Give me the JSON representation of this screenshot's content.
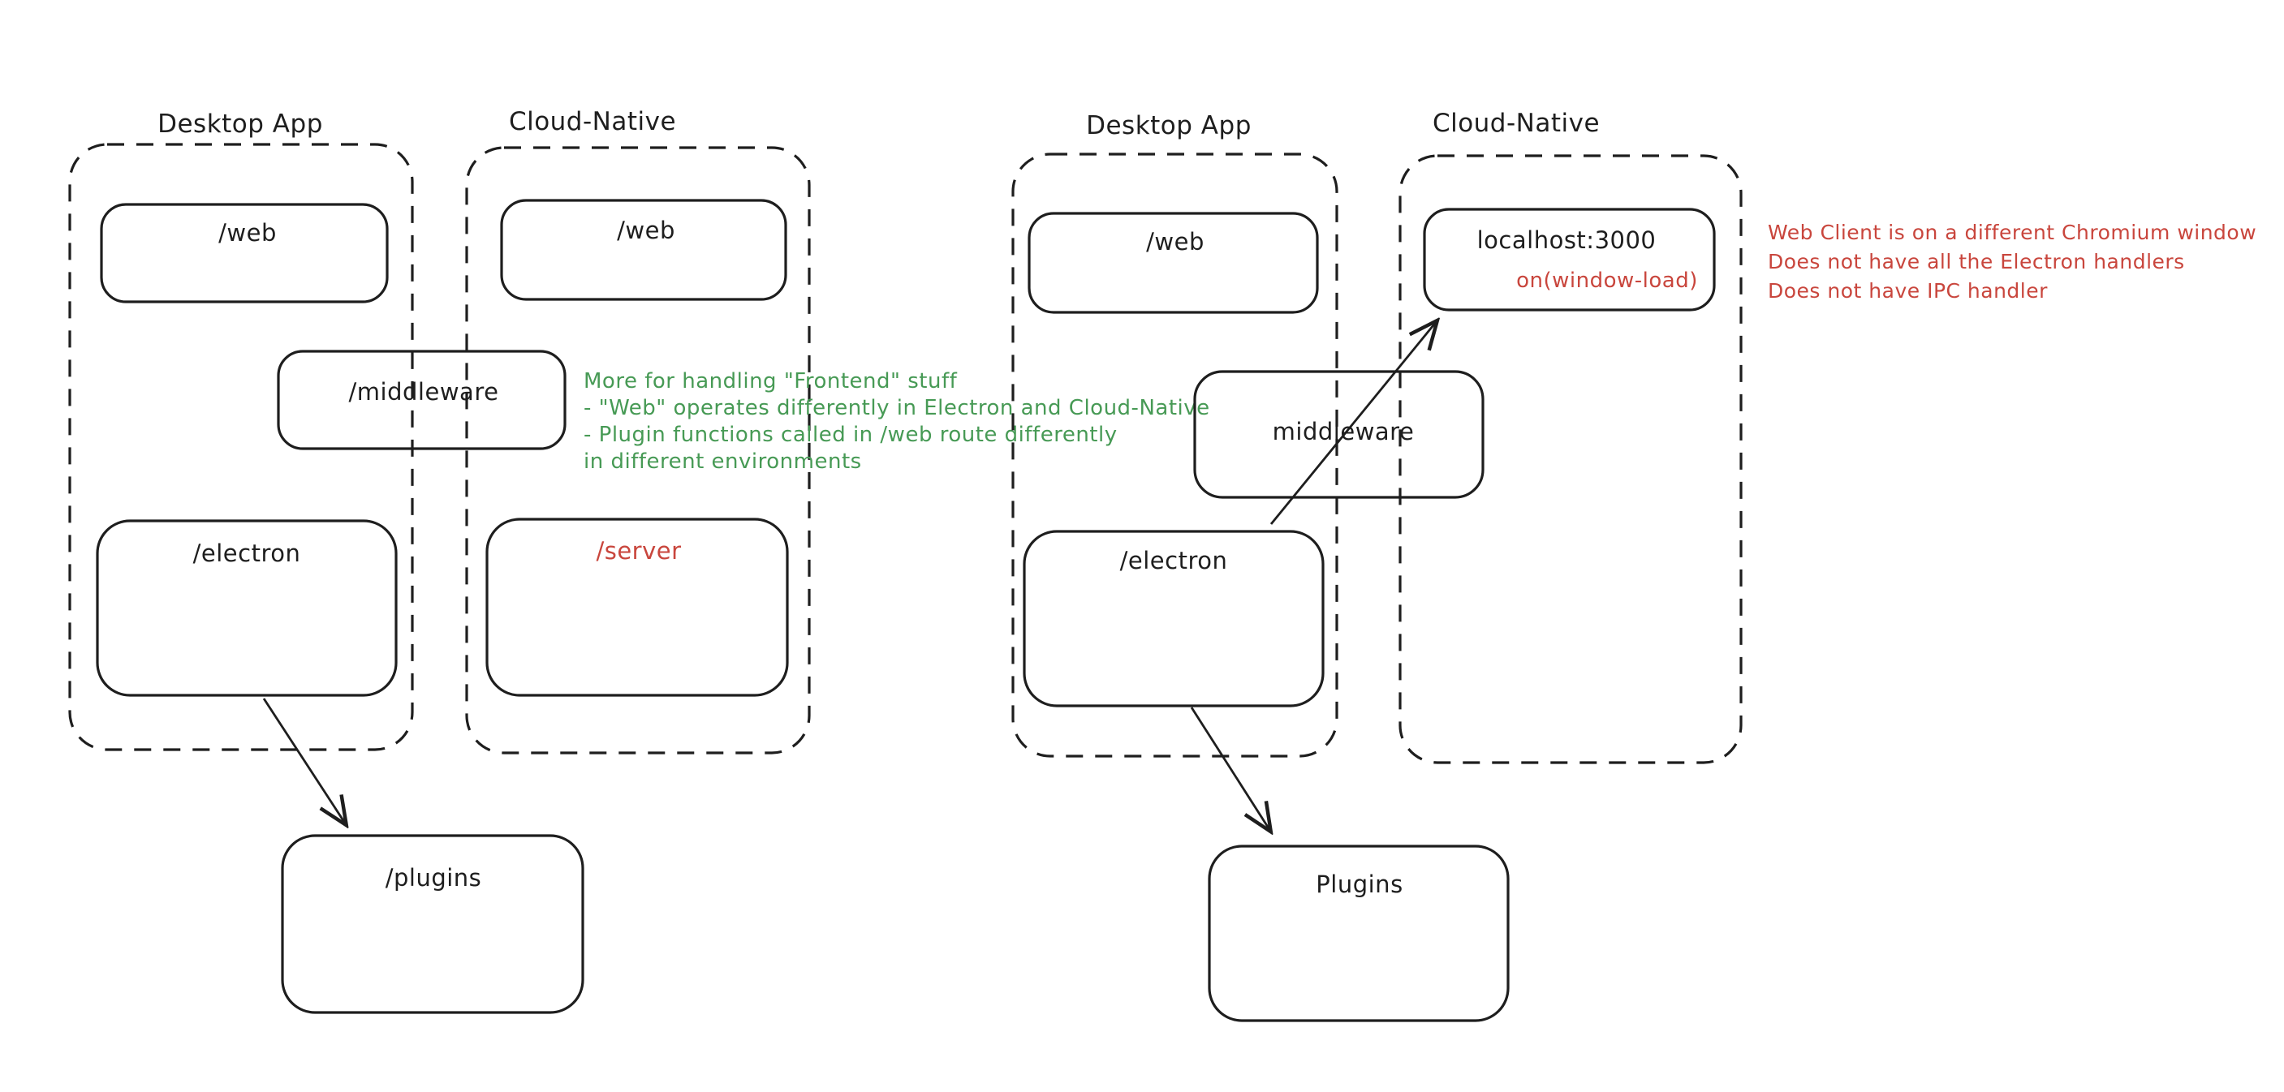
{
  "diagram_left": {
    "desktop_label": "Desktop App",
    "cloud_label": "Cloud-Native",
    "boxes": {
      "web_desktop": "/web",
      "web_cloud": "/web",
      "middleware": "/middleware",
      "electron": "/electron",
      "server": "/server",
      "plugins": "/plugins"
    }
  },
  "diagram_right": {
    "desktop_label": "Desktop App",
    "cloud_label": "Cloud-Native",
    "boxes": {
      "web": "/web",
      "localhost": "localhost:3000",
      "localhost_handler": "on(window-load)",
      "middleware": "middleware",
      "electron": "/electron",
      "plugins": "Plugins"
    }
  },
  "notes": {
    "green": {
      "color": "#479a55",
      "lines": [
        "More for handling \"Frontend\" stuff",
        "- \"Web\" operates differently in Electron and Cloud-Native",
        "- Plugin functions called in /web route differently",
        "in different environments"
      ]
    },
    "red": {
      "color": "#c9463d",
      "lines": [
        "Web Client is on a different Chromium window",
        "Does not have all the Electron handlers",
        "Does not have IPC handler"
      ]
    }
  },
  "colors": {
    "ink": "#1e1e1e",
    "red": "#c9463d",
    "green": "#479a55",
    "background": "#ffffff"
  }
}
